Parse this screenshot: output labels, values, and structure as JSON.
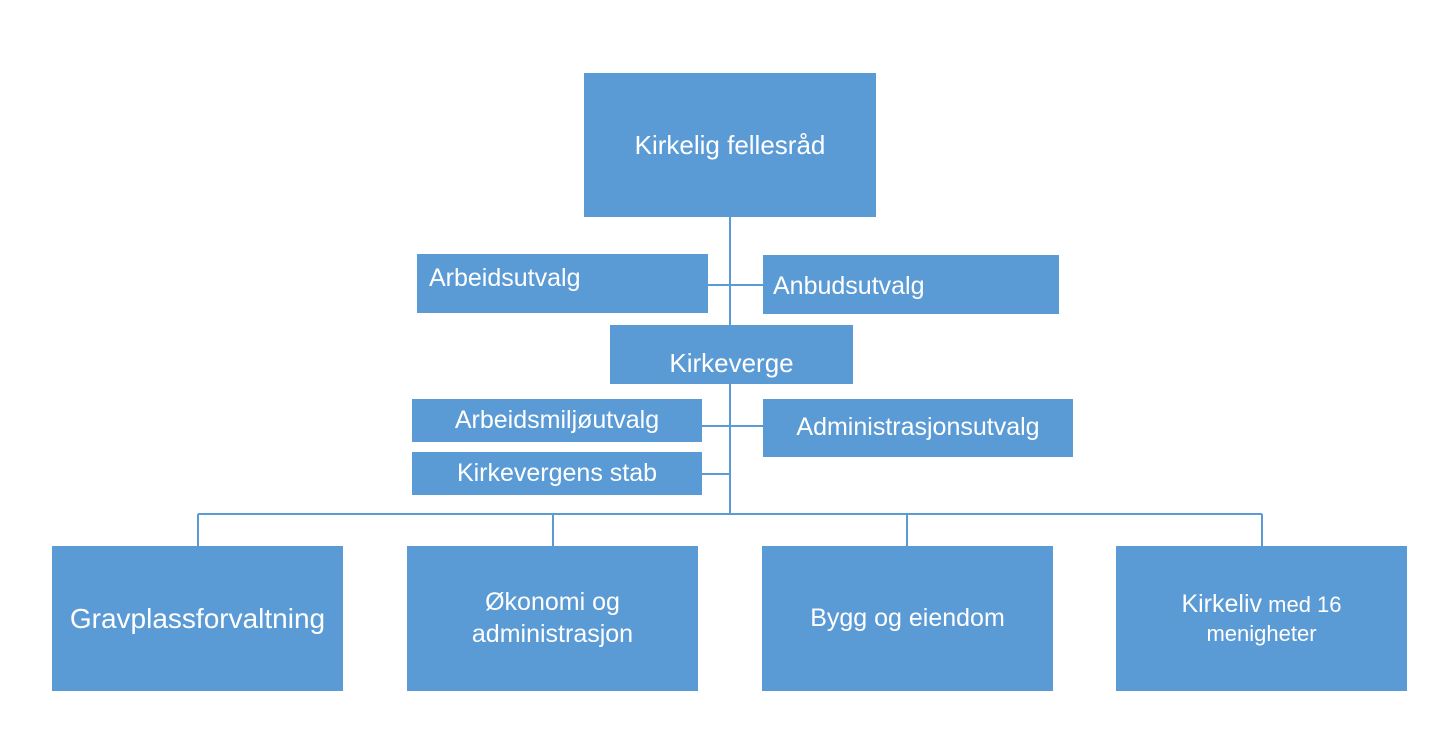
{
  "diagram": {
    "type": "org-chart",
    "box_color": "#5b9bd5",
    "line_color": "#5b9bd5",
    "text_color": "#ffffff",
    "top": {
      "label": "Kirkelig fellesråd"
    },
    "committees_upper": [
      {
        "label": "Arbeidsutvalg"
      },
      {
        "label": "Anbudsutvalg"
      }
    ],
    "middle": {
      "label": "Kirkeverge"
    },
    "committees_lower": [
      {
        "label": "Arbeidsmiljøutvalg"
      },
      {
        "label": "Administrasjonsutvalg"
      },
      {
        "label": "Kirkevergens stab"
      }
    ],
    "departments": [
      {
        "label": "Gravplassforvaltning"
      },
      {
        "label_line1": "Økonomi og",
        "label_line2": "administrasjon"
      },
      {
        "label": "Bygg og eiendom"
      },
      {
        "label_line1a": "Kirkeliv",
        "label_line1b": " med 16",
        "label_line2": "menigheter"
      }
    ]
  }
}
